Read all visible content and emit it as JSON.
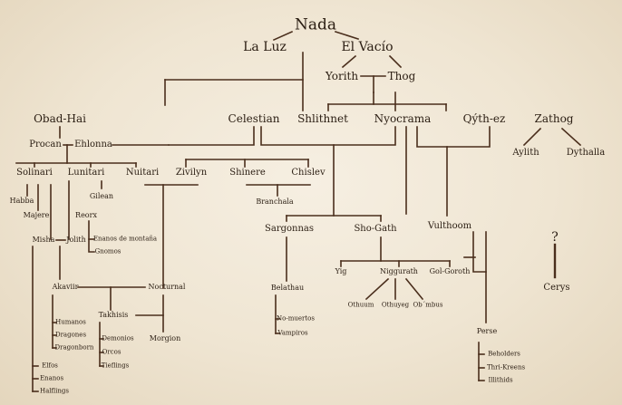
{
  "nodes": {
    "nada": "Nada",
    "la_luz": "La Luz",
    "el_vacio": "El Vacío",
    "yorith": "Yorith",
    "thog": "Thog",
    "obad_hai": "Obad-Hai",
    "celestian": "Celestian",
    "shlithnet": "Shlithnet",
    "nyocrama": "Nyocrama",
    "qyth_ez": "Qýth-ez",
    "zathog": "Zathog",
    "procan": "Procan",
    "ehlonna": "Ehlonna",
    "aylith": "Aylith",
    "dythalla": "Dythalla",
    "solinari": "Solinari",
    "lunitari": "Lunitari",
    "nuitari": "Nuitari",
    "zivilyn": "Zivilyn",
    "shinere": "Shinere",
    "chislev": "Chislev",
    "habba": "Habba",
    "gilean": "Gilean",
    "majere": "Majere",
    "reorx": "Reorx",
    "branchala": "Branchala",
    "sargonnas": "Sargonnas",
    "sho_gath": "Sho-Gath",
    "vulthoom": "Vulthoom",
    "question": "?",
    "enanos_montana": "Enanos de montaña",
    "gnomos": "Gnomos",
    "misha": "Misha",
    "jolith": "Jolith",
    "yig": "Yig",
    "niggurath": "Niggurath",
    "gol_goroth": "Gol-Goroth",
    "belathau": "Belathau",
    "othuum": "Othuum",
    "othuyeg": "Othuyeg",
    "ob_mbus": "Ob´mbus",
    "cerys": "Cerys",
    "akaviir": "Akaviir",
    "nocturnal": "Nocturnal",
    "takhisis": "Takhisis",
    "humanos": "Humanos",
    "dragones": "Dragones",
    "dragonborn": "Dragonborn",
    "morgion": "Morgion",
    "demonios": "Demonios",
    "orcos": "Orcos",
    "tieflings": "Tieflings",
    "no_muertos": "No-muertos",
    "vampiros": "Vampiros",
    "perse": "Perse",
    "beholders": "Beholders",
    "thri_kreens": "Thri-Kreens",
    "illithids": "Illithids",
    "elfos": "Elfos",
    "enanos": "Enanos",
    "halflings": "Halflings"
  },
  "colors": {
    "line": "#4a2e1c",
    "text": "#2a1d12",
    "paper": "#f3ecdd"
  }
}
